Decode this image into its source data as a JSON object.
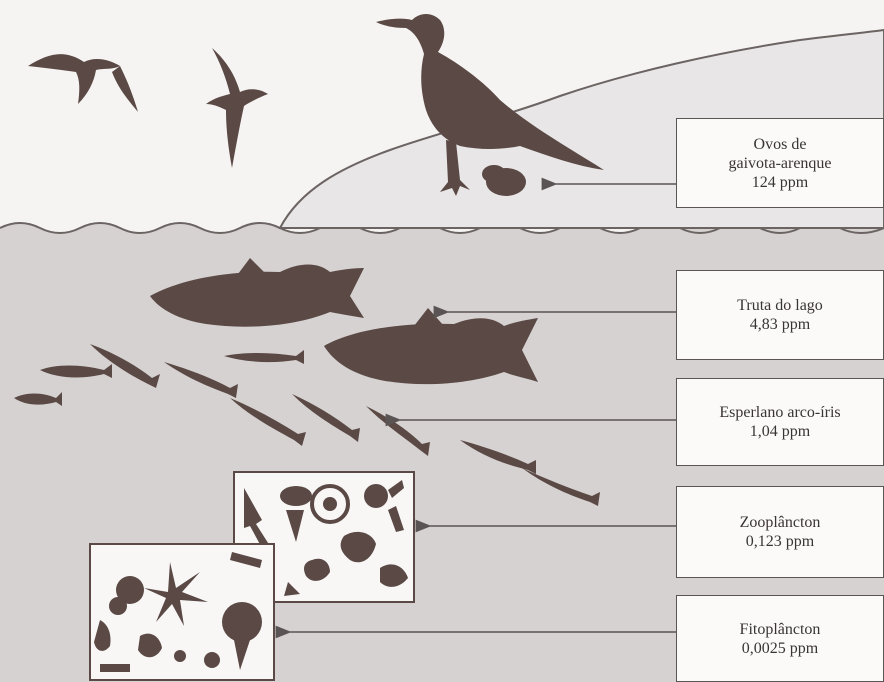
{
  "colors": {
    "silhouette": "#5a4945",
    "water": "#d6d2d1",
    "land": "#e8e6e6",
    "background": "#f6f4f2",
    "outline": "#5a5554"
  },
  "labels": {
    "gull_eggs": {
      "line1": "Ovos de",
      "line2": "gaivota-arenque",
      "value": "124 ppm"
    },
    "lake_trout": {
      "line1": "Truta do lago",
      "value": "4,83 ppm"
    },
    "smelt": {
      "line1": "Esperlano arco-íris",
      "value": "1,04 ppm"
    },
    "zooplankton": {
      "line1": "Zooplâncton",
      "value": "0,123 ppm"
    },
    "phytoplankton": {
      "line1": "Fitoplâncton",
      "value": "0,0025 ppm"
    }
  },
  "icons": [
    "gull-icon",
    "egg-icon",
    "trout-icon",
    "smelt-icon",
    "zooplankton-icon",
    "phytoplankton-icon",
    "arrow-icon"
  ]
}
